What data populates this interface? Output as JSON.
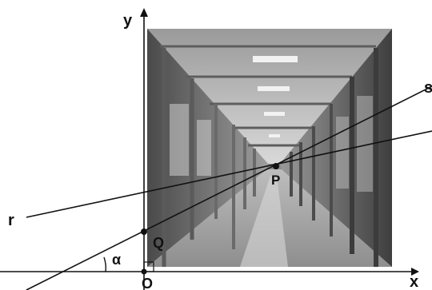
{
  "diagram": {
    "axis_labels": {
      "x": "x",
      "y": "y",
      "origin": "O"
    },
    "points": {
      "P": "P",
      "Q": "Q"
    },
    "lines": {
      "r": "r",
      "s": "s"
    },
    "angle": "α",
    "photo": {
      "subject": "corridor-photograph",
      "tone": "grayscale"
    },
    "right_angle_marker": true
  }
}
